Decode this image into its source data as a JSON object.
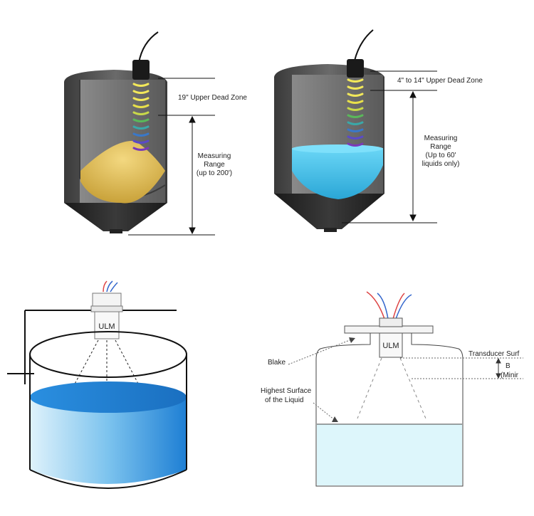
{
  "panels": {
    "solids_silo": {
      "dead_zone": "19\" Upper Dead Zone",
      "range_line1": "Measuring",
      "range_line2": "Range",
      "range_line3": "(up to 200')"
    },
    "liquid_silo": {
      "dead_zone": "4\" to 14\" Upper Dead Zone",
      "range_line1": "Measuring",
      "range_line2": "Range",
      "range_line3": "(Up to 60'",
      "range_line4": "liquids only)"
    },
    "open_tank": {
      "sensor_label": "ULM"
    },
    "closed_tank": {
      "sensor_label": "ULM",
      "blake_label": "Blake",
      "surface_line1": "Highest Surface",
      "surface_line2": "of the Liquid",
      "transducer_label": "Transducer Surf",
      "blank_label_a": "B",
      "blank_label_b": "(Minir"
    }
  },
  "colors": {
    "silo_body": "#4a4a4a",
    "solid_material": "#e6c35a",
    "liquid_cyan": "#4cc6ef",
    "open_tank_water": "#2f8fdc",
    "closed_tank_water": "#ddf6fb"
  },
  "icons": {
    "probe_band_colors": [
      "#f2e85a",
      "#f2e85a",
      "#f2e85a",
      "#e8e04a",
      "#c8d84a",
      "#5ab85a",
      "#3aa8a8",
      "#3a78c8",
      "#5a4ac8",
      "#7a3ab8"
    ]
  }
}
